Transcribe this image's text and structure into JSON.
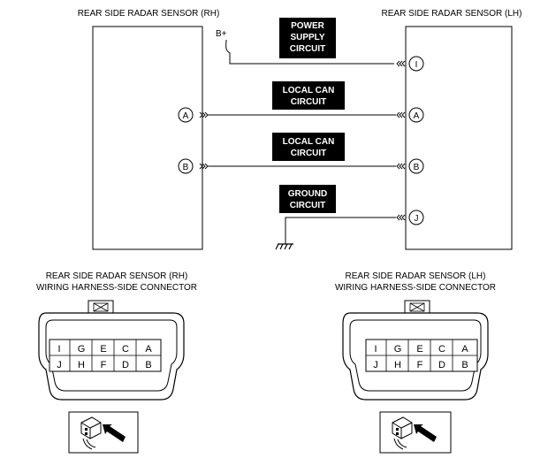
{
  "rh_sensor_title": "REAR SIDE RADAR SENSOR (RH)",
  "lh_sensor_title": "REAR SIDE RADAR SENSOR (LH)",
  "battery_label": "B+",
  "circuits": {
    "power": [
      "POWER",
      "SUPPLY",
      "CIRCUIT"
    ],
    "can_a": [
      "LOCAL CAN",
      "CIRCUIT"
    ],
    "can_b": [
      "LOCAL CAN",
      "CIRCUIT"
    ],
    "ground": [
      "GROUND",
      "CIRCUIT"
    ]
  },
  "terminals": {
    "rh": [
      "A",
      "B"
    ],
    "lh": [
      "I",
      "A",
      "B",
      "J"
    ]
  },
  "connectors": {
    "rh": {
      "title_line1": "REAR SIDE RADAR SENSOR (RH)",
      "title_line2": "WIRING HARNESS-SIDE CONNECTOR",
      "row1": [
        "I",
        "G",
        "E",
        "C",
        "A"
      ],
      "row2": [
        "J",
        "H",
        "F",
        "D",
        "B"
      ]
    },
    "lh": {
      "title_line1": "REAR SIDE RADAR SENSOR (LH)",
      "title_line2": "WIRING HARNESS-SIDE CONNECTOR",
      "row1": [
        "I",
        "G",
        "E",
        "C",
        "A"
      ],
      "row2": [
        "J",
        "H",
        "F",
        "D",
        "B"
      ]
    }
  }
}
